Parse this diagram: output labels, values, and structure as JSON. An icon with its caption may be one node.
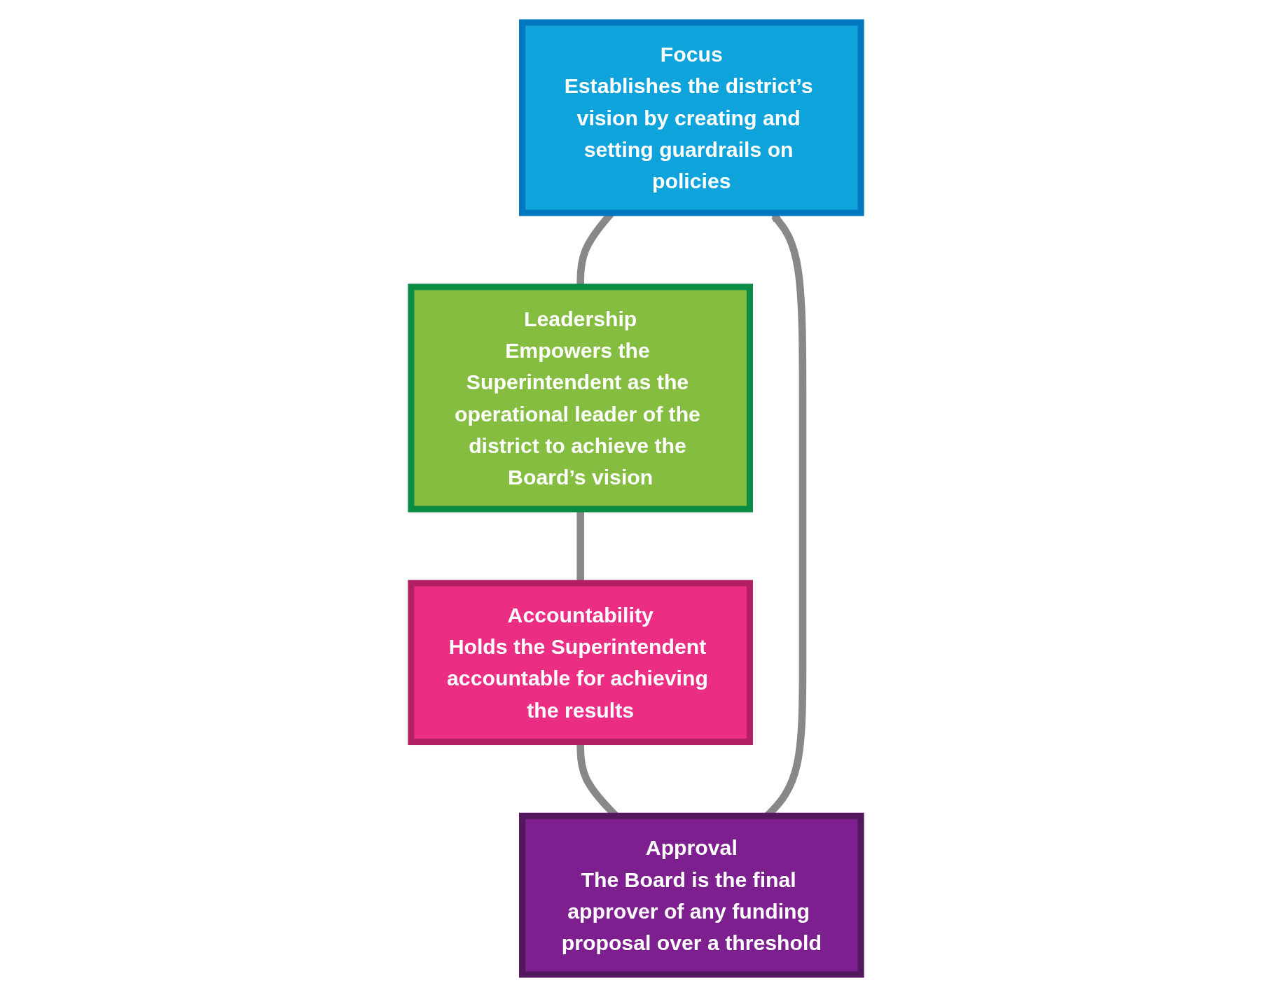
{
  "diagram": {
    "nodes": [
      {
        "text": [
          "Focus",
          "Establishes the district’s vision by creating and setting guardrails on policies"
        ]
      },
      {
        "text": [
          "Leadership",
          "Empowers the Superintendent as the operational leader of the district to achieve the Board’s vision"
        ]
      },
      {
        "text": [
          "Accountability",
          "Holds the Superintendent accountable for achieving the results"
        ]
      },
      {
        "text": [
          "Approval",
          "The Board is the final approver of any funding proposal over a threshold"
        ]
      }
    ],
    "edges": [
      {
        "from": 0,
        "to": 1,
        "arrow": "none"
      },
      {
        "from": 1,
        "to": 2,
        "arrow": "none"
      },
      {
        "from": 2,
        "to": 3,
        "arrow": "none"
      },
      {
        "from": 3,
        "to": 0,
        "arrow": "to"
      }
    ]
  }
}
